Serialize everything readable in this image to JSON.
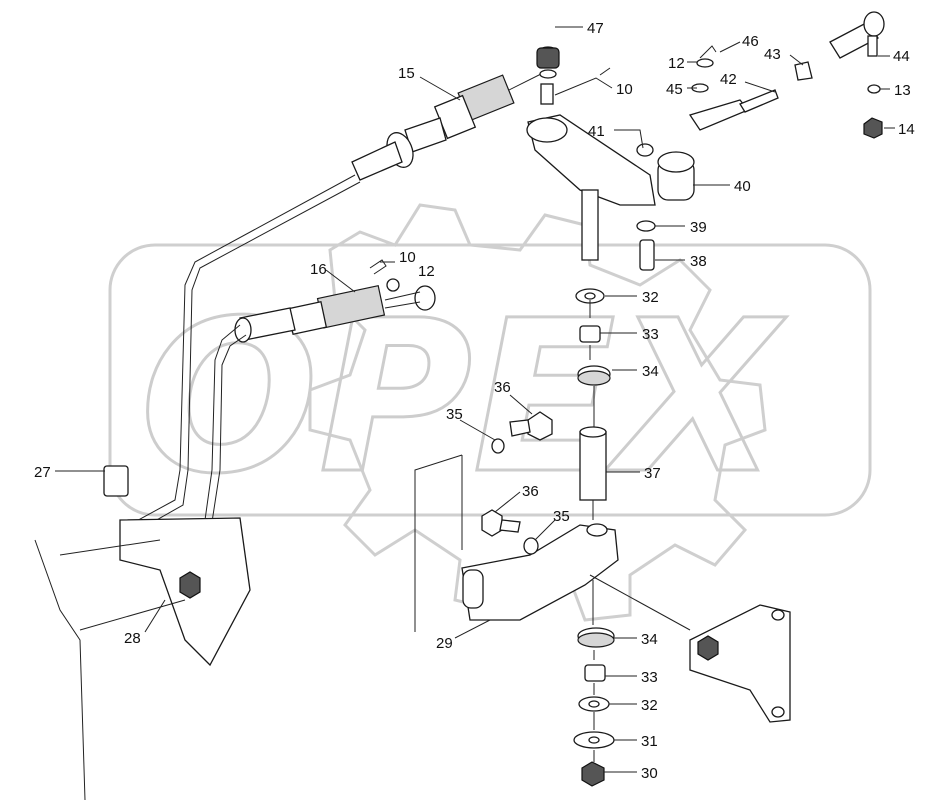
{
  "watermark": {
    "text": "OPEX"
  },
  "callouts": [
    {
      "id": "c47",
      "text": "47"
    },
    {
      "id": "c46",
      "text": "46"
    },
    {
      "id": "c44",
      "text": "44"
    },
    {
      "id": "c43",
      "text": "43"
    },
    {
      "id": "c42",
      "text": "42"
    },
    {
      "id": "c12a",
      "text": "12"
    },
    {
      "id": "c45",
      "text": "45"
    },
    {
      "id": "c13",
      "text": "13"
    },
    {
      "id": "c14",
      "text": "14"
    },
    {
      "id": "c15",
      "text": "15"
    },
    {
      "id": "c10a",
      "text": "10"
    },
    {
      "id": "c41",
      "text": "41"
    },
    {
      "id": "c40",
      "text": "40"
    },
    {
      "id": "c39",
      "text": "39"
    },
    {
      "id": "c38",
      "text": "38"
    },
    {
      "id": "c10b",
      "text": "10"
    },
    {
      "id": "c12b",
      "text": "12"
    },
    {
      "id": "c16",
      "text": "16"
    },
    {
      "id": "c32a",
      "text": "32"
    },
    {
      "id": "c33a",
      "text": "33"
    },
    {
      "id": "c34a",
      "text": "34"
    },
    {
      "id": "c36a",
      "text": "36"
    },
    {
      "id": "c35a",
      "text": "35"
    },
    {
      "id": "c37",
      "text": "37"
    },
    {
      "id": "c27",
      "text": "27"
    },
    {
      "id": "c36b",
      "text": "36"
    },
    {
      "id": "c35b",
      "text": "35"
    },
    {
      "id": "c28",
      "text": "28"
    },
    {
      "id": "c29",
      "text": "29"
    },
    {
      "id": "c34b",
      "text": "34"
    },
    {
      "id": "c33b",
      "text": "33"
    },
    {
      "id": "c32b",
      "text": "32"
    },
    {
      "id": "c31",
      "text": "31"
    },
    {
      "id": "c30",
      "text": "30"
    }
  ]
}
